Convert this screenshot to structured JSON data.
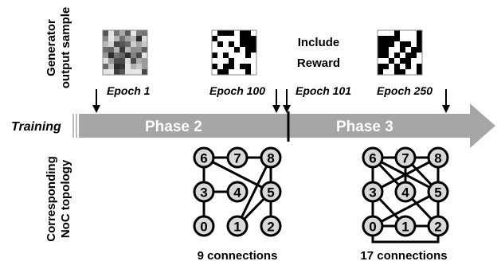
{
  "left_labels": {
    "generator": [
      "Generator",
      "output sample"
    ],
    "topology": [
      "Corresponding",
      "NoC topology"
    ]
  },
  "training_label": "Training",
  "phases": [
    "Phase 2",
    "Phase 3"
  ],
  "include_reward": [
    "Include",
    "Reward"
  ],
  "epochs": [
    {
      "label": "Epoch 1",
      "seed": 3,
      "tone": "gray"
    },
    {
      "label": "Epoch 100",
      "seed": 11,
      "tone": "bw"
    },
    {
      "label": "Epoch 101",
      "seed": 0,
      "tone": "none"
    },
    {
      "label": "Epoch 250",
      "seed": 29,
      "tone": "bw"
    }
  ],
  "topologies": [
    {
      "connections_label": "9 connections",
      "nodes": [
        "0",
        "1",
        "2",
        "3",
        "4",
        "5",
        "6",
        "7",
        "8"
      ],
      "edges": [
        [
          6,
          7
        ],
        [
          7,
          8
        ],
        [
          6,
          3
        ],
        [
          3,
          4
        ],
        [
          3,
          0
        ],
        [
          8,
          5
        ],
        [
          5,
          2
        ],
        [
          6,
          5
        ],
        [
          8,
          1
        ],
        [
          5,
          1
        ]
      ]
    },
    {
      "connections_label": "17 connections",
      "nodes": [
        "0",
        "1",
        "2",
        "3",
        "4",
        "5",
        "6",
        "7",
        "8"
      ],
      "edges": [
        [
          6,
          7
        ],
        [
          7,
          8
        ],
        [
          6,
          3
        ],
        [
          3,
          0
        ],
        [
          0,
          1
        ],
        [
          1,
          2
        ],
        [
          8,
          5
        ],
        [
          5,
          2
        ],
        [
          6,
          4
        ],
        [
          6,
          5
        ],
        [
          7,
          4
        ],
        [
          8,
          3
        ],
        [
          4,
          2
        ],
        [
          3,
          1
        ],
        [
          0,
          5
        ],
        [
          7,
          5
        ],
        [
          0,
          2
        ]
      ]
    }
  ]
}
